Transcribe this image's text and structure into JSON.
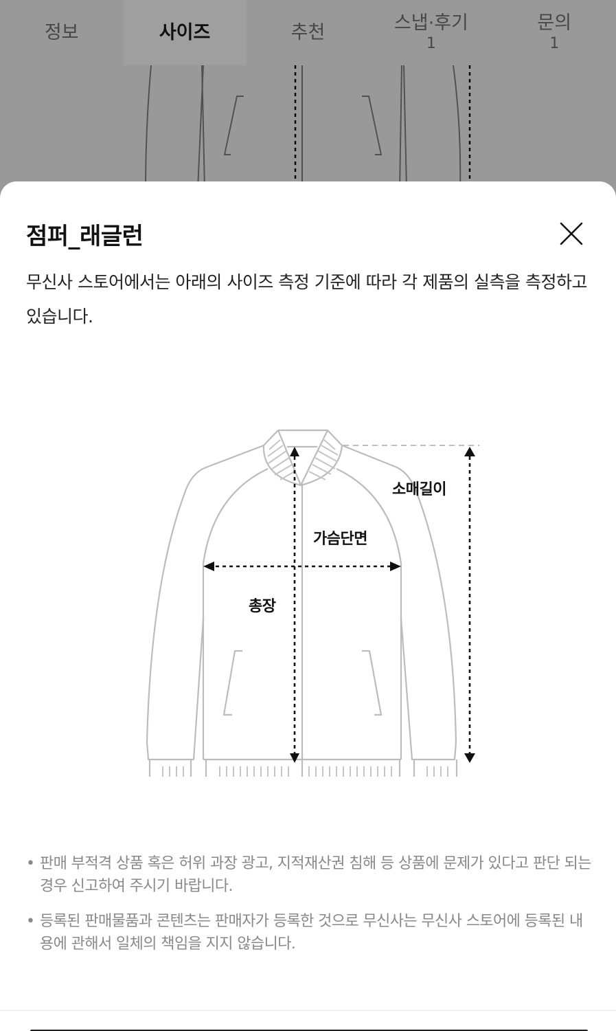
{
  "tabs": [
    {
      "label": "정보",
      "count": null,
      "active": false
    },
    {
      "label": "사이즈",
      "count": null,
      "active": true
    },
    {
      "label": "추천",
      "count": null,
      "active": false
    },
    {
      "label": "스냅·후기",
      "count": "1",
      "active": false
    },
    {
      "label": "문의",
      "count": "1",
      "active": false
    }
  ],
  "sheet": {
    "title": "점퍼_래글런",
    "close_icon": "close-icon",
    "description": "무신사 스토어에서는 아래의 사이즈 측정 기준에 따라 각 제품의 실측을 측정하고 있습니다.",
    "diagram": {
      "labels": {
        "sleeve_length": "소매길이",
        "chest_width": "가슴단면",
        "total_length": "총장"
      }
    },
    "notes": [
      "판매 부적격 상품 혹은 허위 과장 광고, 지적재산권 침해 등 상품에 문제가 있다고 판단 되는 경우 신고하여 주시기 바랍니다.",
      "등록된 판매물품과 콘텐츠는 판매자가 등록한 것으로 무신사는 무신사 스토어에 등록된 내용에 관해서 일체의 책임을 지지 않습니다."
    ],
    "bullet": "•"
  },
  "colors": {
    "overlay": "#999999",
    "sheet_bg": "#ffffff",
    "title_text": "#111111",
    "note_text": "#888888",
    "diagram_line": "#bbbbbb"
  }
}
